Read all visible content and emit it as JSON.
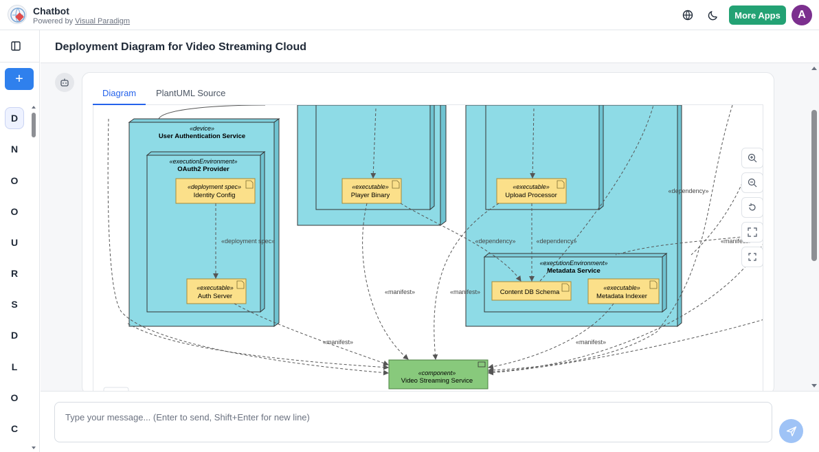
{
  "app": {
    "title": "Chatbot",
    "powered_by_prefix": "Powered by",
    "powered_by_link": "Visual Paradigm",
    "more_apps_label": "More Apps",
    "avatar_letter": "A"
  },
  "sidebar": {
    "new_button_label": "+",
    "items": [
      {
        "letter": "D"
      },
      {
        "letter": "N"
      },
      {
        "letter": "O"
      },
      {
        "letter": "O"
      },
      {
        "letter": "U"
      },
      {
        "letter": "R"
      },
      {
        "letter": "S"
      },
      {
        "letter": "D"
      },
      {
        "letter": "L"
      },
      {
        "letter": "O"
      },
      {
        "letter": "C"
      }
    ]
  },
  "page": {
    "title": "Deployment Diagram for Video Streaming Cloud"
  },
  "tabs": [
    {
      "label": "Diagram",
      "active": true
    },
    {
      "label": "PlantUML Source",
      "active": false
    }
  ],
  "diagram": {
    "nodes": {
      "auth_service": {
        "stereotype": "«device»",
        "name": "User Authentication Service"
      },
      "oauth_env": {
        "stereotype": "«executionEnvironment»",
        "name": "OAuth2 Provider"
      },
      "identity_config": {
        "stereotype": "«deployment spec»",
        "name": "Identity Config"
      },
      "auth_server": {
        "stereotype": "«executable»",
        "name": "Auth Server"
      },
      "player_binary": {
        "stereotype": "«executable»",
        "name": "Player Binary"
      },
      "upload_processor": {
        "stereotype": "«executable»",
        "name": "Upload Processor"
      },
      "metadata_env": {
        "stereotype": "«executionEnvironment»",
        "name": "Metadata Service"
      },
      "content_db": {
        "name": "Content DB Schema"
      },
      "metadata_indexer": {
        "stereotype": "«executable»",
        "name": "Metadata Indexer"
      },
      "video_service": {
        "stereotype": "«component»",
        "name": "Video Streaming Service"
      }
    },
    "edge_labels": {
      "deployment_spec": "«deployment spec»",
      "manifest_auth": "«manifest»",
      "manifest_player": "«manifest»",
      "manifest_upload": "«manifest»",
      "manifest_indexer": "«manifest»",
      "manifest_right": "«manifest»",
      "dependency_player": "«dependency»",
      "dependency_upload": "«dependency»",
      "dependency_right": "«dependency»"
    },
    "colors": {
      "node_fill": "#8edbe6",
      "artifact_fill": "#fbe08a",
      "component_fill": "#88c97c",
      "edge": "#555555"
    }
  },
  "composer": {
    "placeholder": "Type your message... (Enter to send, Shift+Enter for new line)"
  },
  "theme": {
    "accent": "#2f80ed",
    "more_apps_bg": "#23a274",
    "avatar_bg": "#7b2f8e"
  }
}
